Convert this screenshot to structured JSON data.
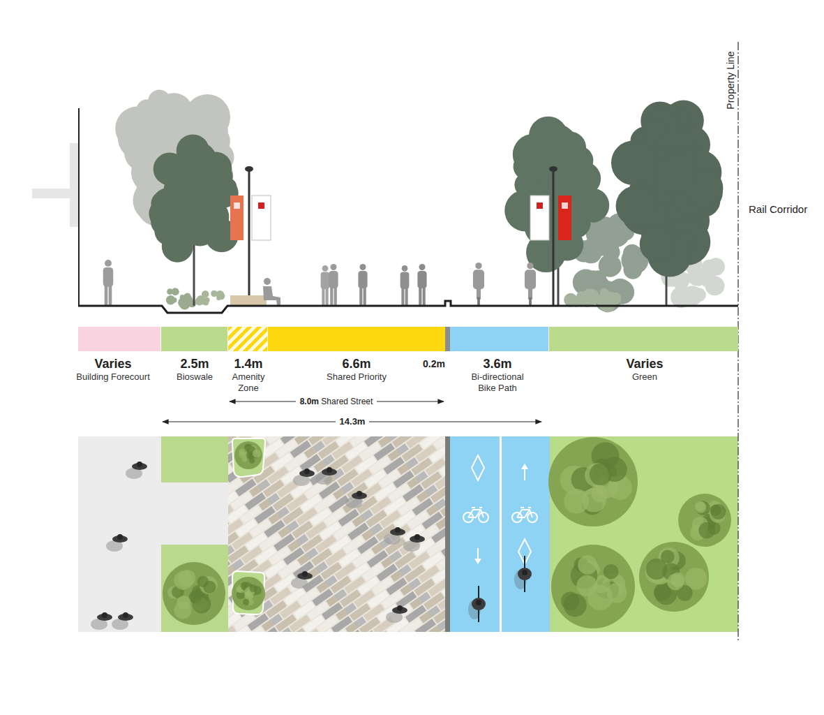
{
  "diagram": {
    "nodes": [
      {
        "text": [
          "Varies",
          "Building Forecourt"
        ]
      },
      {
        "text": [
          "2.5m",
          "Bioswale"
        ]
      },
      {
        "text": [
          "1.4m",
          "Amenity Zone"
        ]
      },
      {
        "text": [
          "6.6m",
          "Shared Priority"
        ]
      },
      {
        "text": [
          "0.2m"
        ]
      },
      {
        "text": [
          "3.6m",
          "Bi-directional Bike Path"
        ]
      },
      {
        "text": [
          "Varies",
          "Green"
        ]
      }
    ],
    "labels": [
      "Property Line",
      "Rail Corridor",
      "8.0m Shared Street",
      "14.3m"
    ]
  }
}
